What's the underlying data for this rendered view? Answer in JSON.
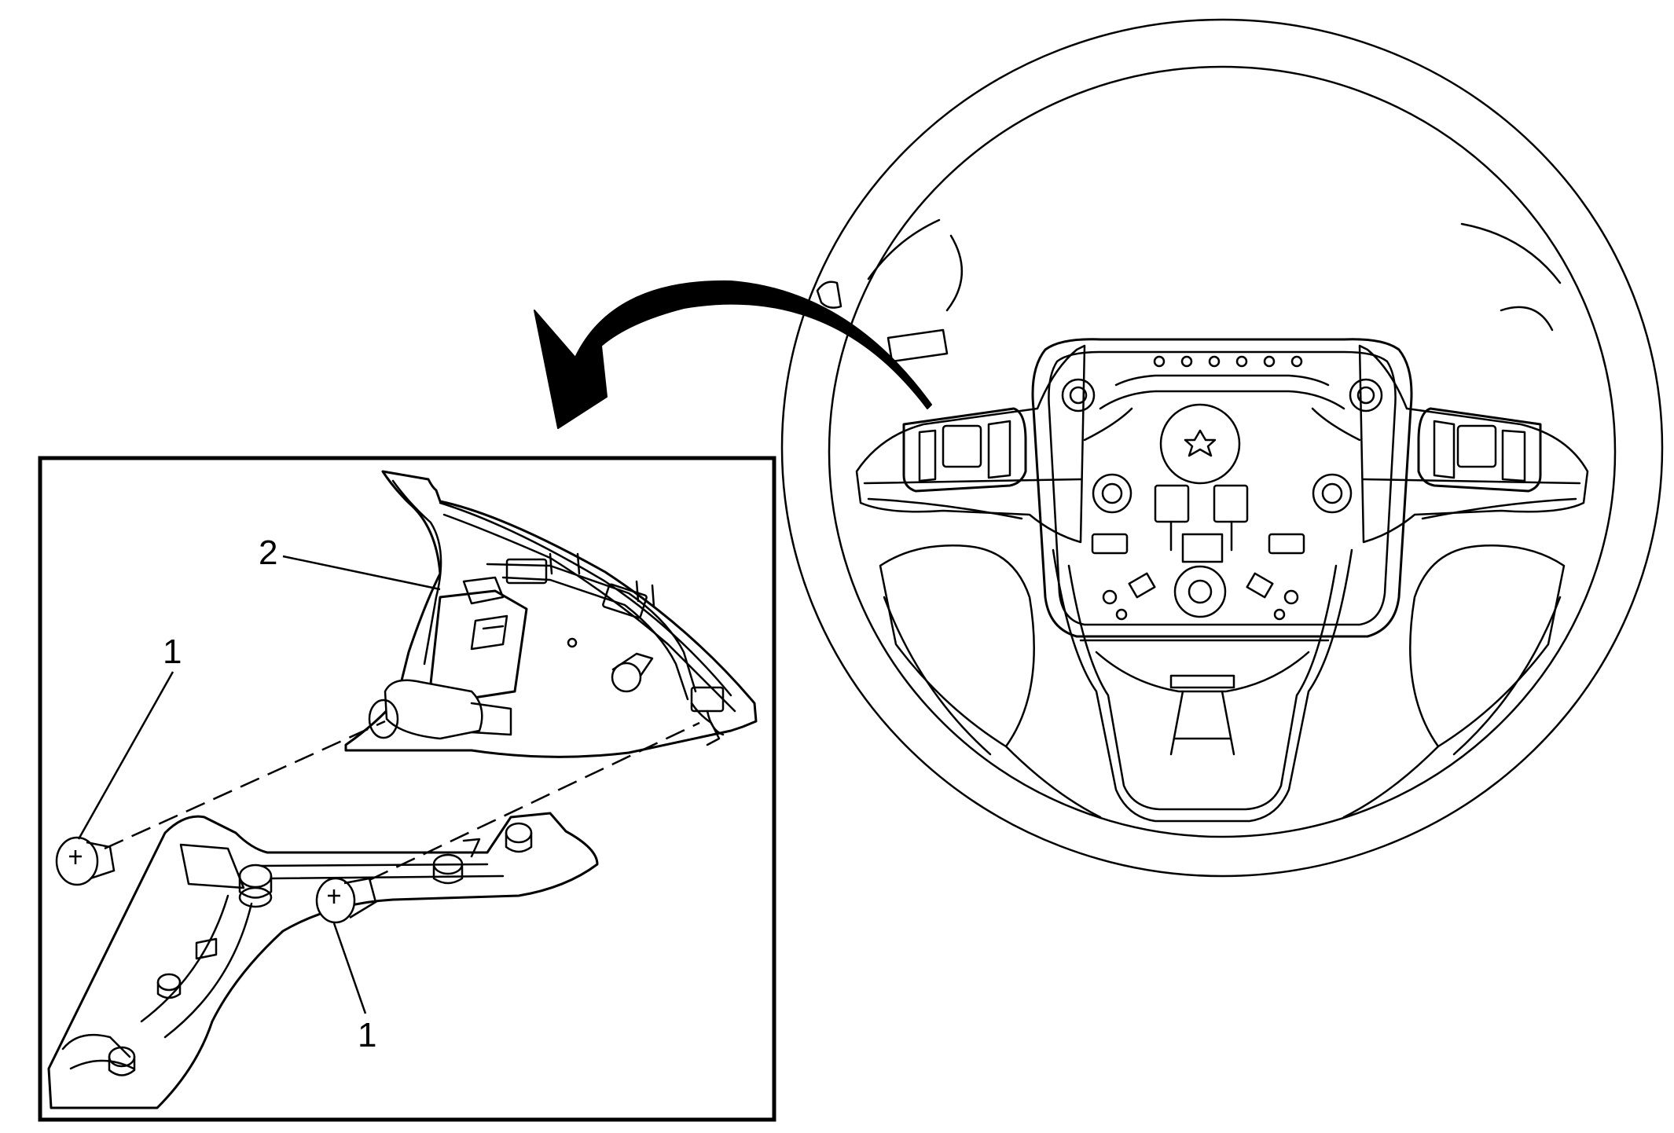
{
  "diagram": {
    "callouts": {
      "screw_upper": "1",
      "switch_assembly": "2",
      "screw_lower": "1"
    }
  },
  "colors": {
    "ink": "#000000",
    "paper": "#ffffff",
    "shade": "#dcdcdc"
  }
}
